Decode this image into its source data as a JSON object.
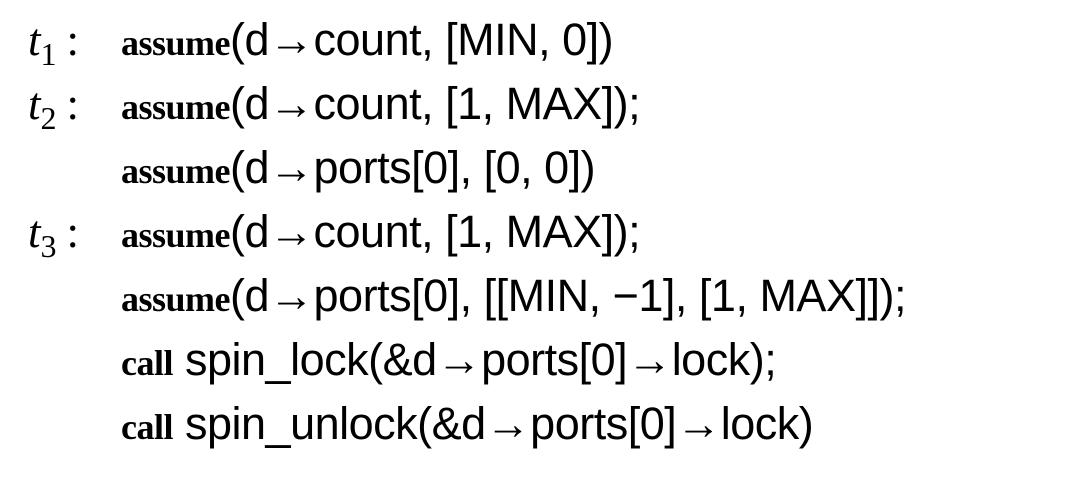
{
  "lines": [
    {
      "label_var": "t",
      "label_sub": "1",
      "label_colon": ":",
      "keyword": "assume",
      "code": "(d→count, [MIN, 0])"
    },
    {
      "label_var": "t",
      "label_sub": "2",
      "label_colon": ":",
      "keyword": "assume",
      "code": "(d→count, [1, MAX]);"
    },
    {
      "label_var": "",
      "label_sub": "",
      "label_colon": "",
      "keyword": "assume",
      "code": "(d→ports[0], [0, 0])"
    },
    {
      "label_var": "t",
      "label_sub": "3",
      "label_colon": ":",
      "keyword": "assume",
      "code": "(d→count, [1, MAX]);"
    },
    {
      "label_var": "",
      "label_sub": "",
      "label_colon": "",
      "keyword": "assume",
      "code": "(d→ports[0], [[MIN, −1], [1, MAX]]);"
    },
    {
      "label_var": "",
      "label_sub": "",
      "label_colon": "",
      "keyword": "call",
      "code": " spin_lock(&d→ports[0]→lock);"
    },
    {
      "label_var": "",
      "label_sub": "",
      "label_colon": "",
      "keyword": "call",
      "code": " spin_unlock(&d→ports[0]→lock)"
    }
  ]
}
